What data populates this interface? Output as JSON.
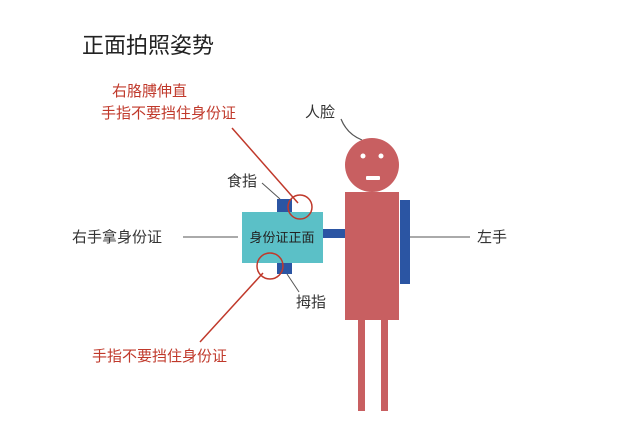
{
  "title": "正面拍照姿势",
  "labels": {
    "face": "人脸",
    "index_finger": "食指",
    "thumb": "拇指",
    "left_hand": "左手",
    "right_hand": "右手拿身份证",
    "id_card": "身份证正面",
    "note_top_line1": "右胳膊伸直",
    "note_top_line2": "手指不要挡住身份证",
    "note_bottom": "手指不要挡住身份证"
  },
  "colors": {
    "body": "#c85f61",
    "hand": "#2b55a3",
    "id_card": "#5bc0c7",
    "red_text": "#c0392b",
    "dark_text": "#333333"
  }
}
